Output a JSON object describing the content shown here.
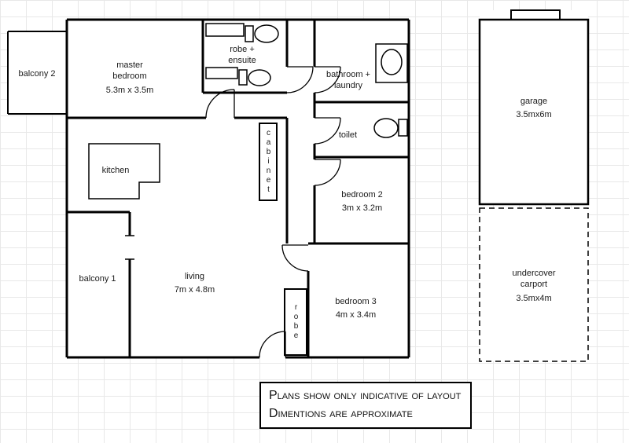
{
  "rooms": {
    "balcony2": {
      "name": "balcony 2"
    },
    "master_bedroom": {
      "name_line1": "master",
      "name_line2": "bedroom",
      "dims": "5.3m x 3.5m"
    },
    "robe_ensuite": {
      "name_line1": "robe +",
      "name_line2": "ensuite"
    },
    "bathroom_laundry": {
      "name_line1": "bathroom +",
      "name_line2": "laundry"
    },
    "toilet": {
      "name": "toilet"
    },
    "cabinet": {
      "name": "cabinet"
    },
    "kitchen": {
      "name": "kitchen"
    },
    "bedroom2": {
      "name": "bedroom 2",
      "dims": "3m x 3.2m"
    },
    "balcony1": {
      "name": "balcony 1"
    },
    "living": {
      "name": "living",
      "dims": "7m x 4.8m"
    },
    "robe": {
      "name": "robe"
    },
    "bedroom3": {
      "name": "bedroom 3",
      "dims": "4m x 3.4m"
    },
    "garage": {
      "name": "garage",
      "dims": "3.5mx6m"
    },
    "carport": {
      "name_line1": "undercover",
      "name_line2": "carport",
      "dims": "3.5mx4m"
    }
  },
  "note": {
    "line1": "Plans show only indicative of layout",
    "line2": "Dimentions are approximate"
  },
  "colors": {
    "wall": "#000000",
    "grid": "#e8e8e8"
  }
}
